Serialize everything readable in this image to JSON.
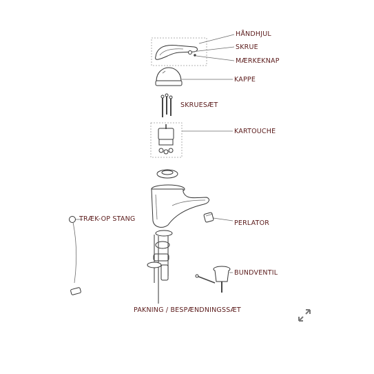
{
  "labels": {
    "handhjul": "HÅNDHJUL",
    "skrue": "SKRUE",
    "maerkeknap": "MÆRKEKNAP",
    "kappe": "KAPPE",
    "skruesaet": "SKRUESÆT",
    "kartouche": "KARTOUCHE",
    "traek_op_stang": "TRÆK-OP STANG",
    "perlator": "PERLATOR",
    "bundventil": "BUNDVENTIL",
    "pakning": "PAKNING / BESPÆNDNINGSSÆT"
  },
  "icons": {
    "expand": "expand-arrows-icon"
  }
}
